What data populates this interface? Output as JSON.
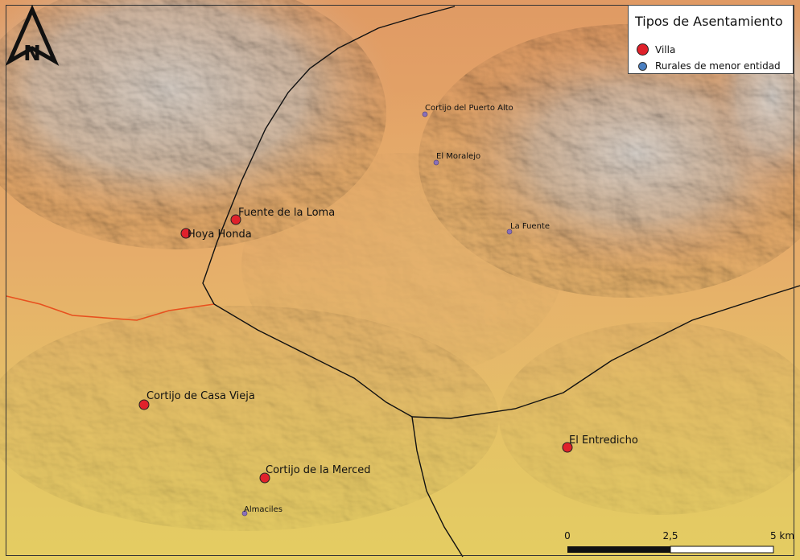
{
  "legend": {
    "title": "Tipos de Asentamiento",
    "items": [
      {
        "label": "Villa",
        "color": "#e0212b"
      },
      {
        "label": "Rurales de menor entidad",
        "color": "#4a7fc1"
      }
    ]
  },
  "north_arrow": {
    "label": "N"
  },
  "villas": [
    {
      "name": "Fuente de la Loma"
    },
    {
      "name": "Hoya Honda"
    },
    {
      "name": "Cortijo de Casa Vieja"
    },
    {
      "name": "Cortijo de la Merced"
    },
    {
      "name": "El Entredicho"
    }
  ],
  "rurales": [
    {
      "name": "Cortijo del Puerto Alto"
    },
    {
      "name": "El Moralejo"
    },
    {
      "name": "La Fuente"
    },
    {
      "name": "Almaciles"
    }
  ],
  "scale_bar": {
    "labels": [
      "0",
      "2,5",
      "5 km"
    ]
  },
  "colors": {
    "lowland": "#e6cc62",
    "midland": "#e3a867",
    "upland": "#c9b8a6",
    "boundary_black": "#111111",
    "boundary_red": "#e8501e",
    "rural_point": "#8a6fb8"
  }
}
